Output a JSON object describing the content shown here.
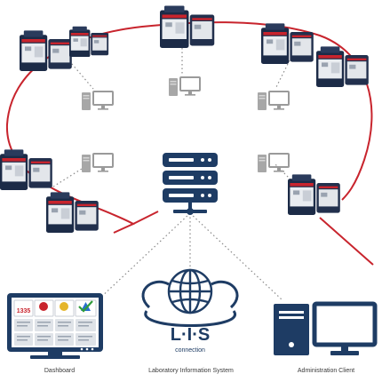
{
  "colors": {
    "navy": "#1e3c64",
    "red_link": "#c8242d",
    "gray_pc": "#9a9a9a",
    "dotted": "#8a8a8a",
    "analyzer_body": "#1c2b47",
    "analyzer_front": "#e9ecf0"
  },
  "icons": [
    "analyzer-instrument-icon",
    "desktop-computer-icon",
    "server-rack-icon",
    "globe-icon",
    "monitor-icon",
    "tower-pc-icon"
  ],
  "dashboard": {
    "label": "Dashboard",
    "counter": "1335",
    "tiles": [
      "stop",
      "warning",
      "alert",
      "check"
    ]
  },
  "lis": {
    "acronym": "L·I·S",
    "subtitle": "connection",
    "label": "Laboratory Information System"
  },
  "admin": {
    "label": "Administration Client"
  }
}
